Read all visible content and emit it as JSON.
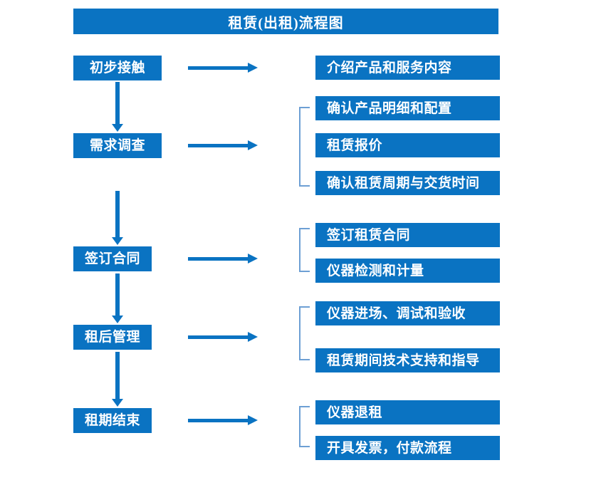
{
  "title": "租赁(出租)流程图",
  "colors": {
    "primary": "#0a73c2",
    "bracket": "#6d9fd4",
    "text_on_primary": "#ffffff",
    "background": "#ffffff"
  },
  "stages": [
    {
      "label": "初步接触"
    },
    {
      "label": "需求调查"
    },
    {
      "label": "签订合同"
    },
    {
      "label": "租后管理"
    },
    {
      "label": "租期结束"
    }
  ],
  "details": [
    {
      "label": "介绍产品和服务内容"
    },
    {
      "label": "确认产品明细和配置"
    },
    {
      "label": "租赁报价"
    },
    {
      "label": "确认租赁周期与交货时间"
    },
    {
      "label": "签订租赁合同"
    },
    {
      "label": "仪器检测和计量"
    },
    {
      "label": "仪器进场、调试和验收"
    },
    {
      "label": "租赁期间技术支持和指导"
    },
    {
      "label": "仪器退租"
    },
    {
      "label": "开具发票，付款流程"
    }
  ],
  "groups": [
    {
      "stage": "需求调查",
      "members": [
        "确认产品明细和配置",
        "租赁报价",
        "确认租赁周期与交货时间"
      ]
    },
    {
      "stage": "签订合同",
      "members": [
        "签订租赁合同",
        "仪器检测和计量"
      ]
    },
    {
      "stage": "租后管理",
      "members": [
        "仪器进场、调试和验收",
        "租赁期间技术支持和指导"
      ]
    },
    {
      "stage": "租期结束",
      "members": [
        "仪器退租",
        "开具发票，付款流程"
      ]
    }
  ],
  "connectors": {
    "stage_to_detail_arrow": "right-arrow",
    "stage_to_stage_arrow": "down-arrow"
  }
}
